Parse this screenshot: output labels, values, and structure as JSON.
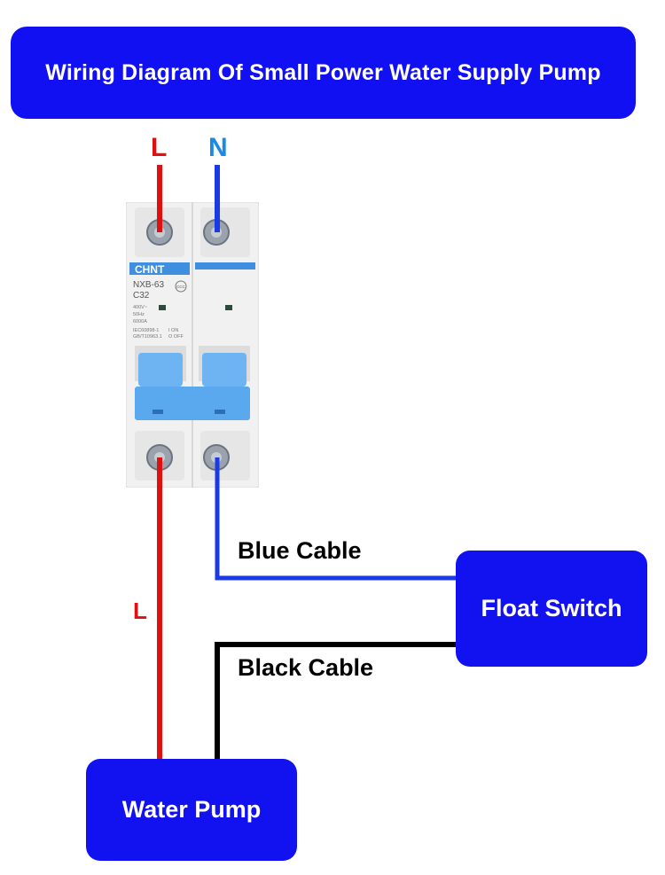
{
  "title": "Wiring Diagram Of Small Power Water Supply Pump",
  "labels": {
    "live_top": "L",
    "neutral_top": "N",
    "live_mid": "L",
    "blue_cable": "Blue Cable",
    "black_cable": "Black Cable"
  },
  "boxes": {
    "float_switch": "Float Switch",
    "water_pump": "Water Pump"
  },
  "breaker": {
    "brand": "CHNT",
    "model": "NXB-63",
    "rating": "C32",
    "specs": [
      "400V~",
      "50Hz",
      "6000A",
      "IEC60898-1",
      "GB/T10963.1"
    ],
    "on": "I ON",
    "off": "O OFF",
    "ccc": "CCC"
  },
  "colors": {
    "box_blue": "#1212f0",
    "live_red": "#e01010",
    "neutral_blue": "#1a3ae6",
    "black_cable": "#000000",
    "breaker_toggle": "#5aa8ee"
  }
}
